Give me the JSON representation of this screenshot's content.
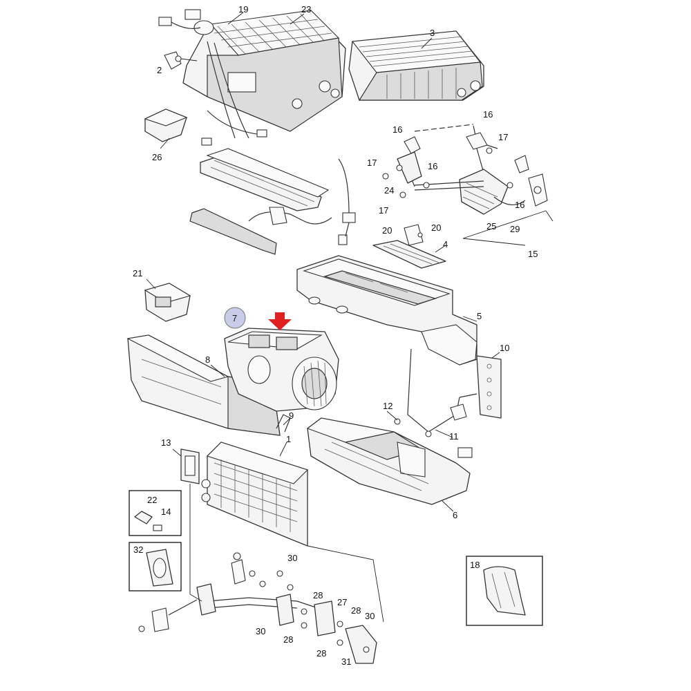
{
  "diagram": {
    "highlighted_part": "7",
    "arrow_color": "#e02020",
    "highlight_fill": "#c7cde8",
    "callouts": {
      "c1": "1",
      "c2": "2",
      "c3": "3",
      "c4": "4",
      "c5": "5",
      "c6": "6",
      "c7": "7",
      "c8": "8",
      "c9": "9",
      "c10": "10",
      "c11": "11",
      "c12": "12",
      "c13": "13",
      "c14": "14",
      "c15": "15",
      "c16a": "16",
      "c16b": "16",
      "c16c": "16",
      "c16d": "16",
      "c17a": "17",
      "c17b": "17",
      "c17c": "17",
      "c18": "18",
      "c19": "19",
      "c20a": "20",
      "c20b": "20",
      "c21": "21",
      "c22": "22",
      "c23": "23",
      "c24": "24",
      "c25": "25",
      "c26": "26",
      "c27": "27",
      "c28a": "28",
      "c28b": "28",
      "c28c": "28",
      "c28d": "28",
      "c29": "29",
      "c30a": "30",
      "c30b": "30",
      "c30c": "30",
      "c31": "31",
      "c32": "32"
    }
  }
}
